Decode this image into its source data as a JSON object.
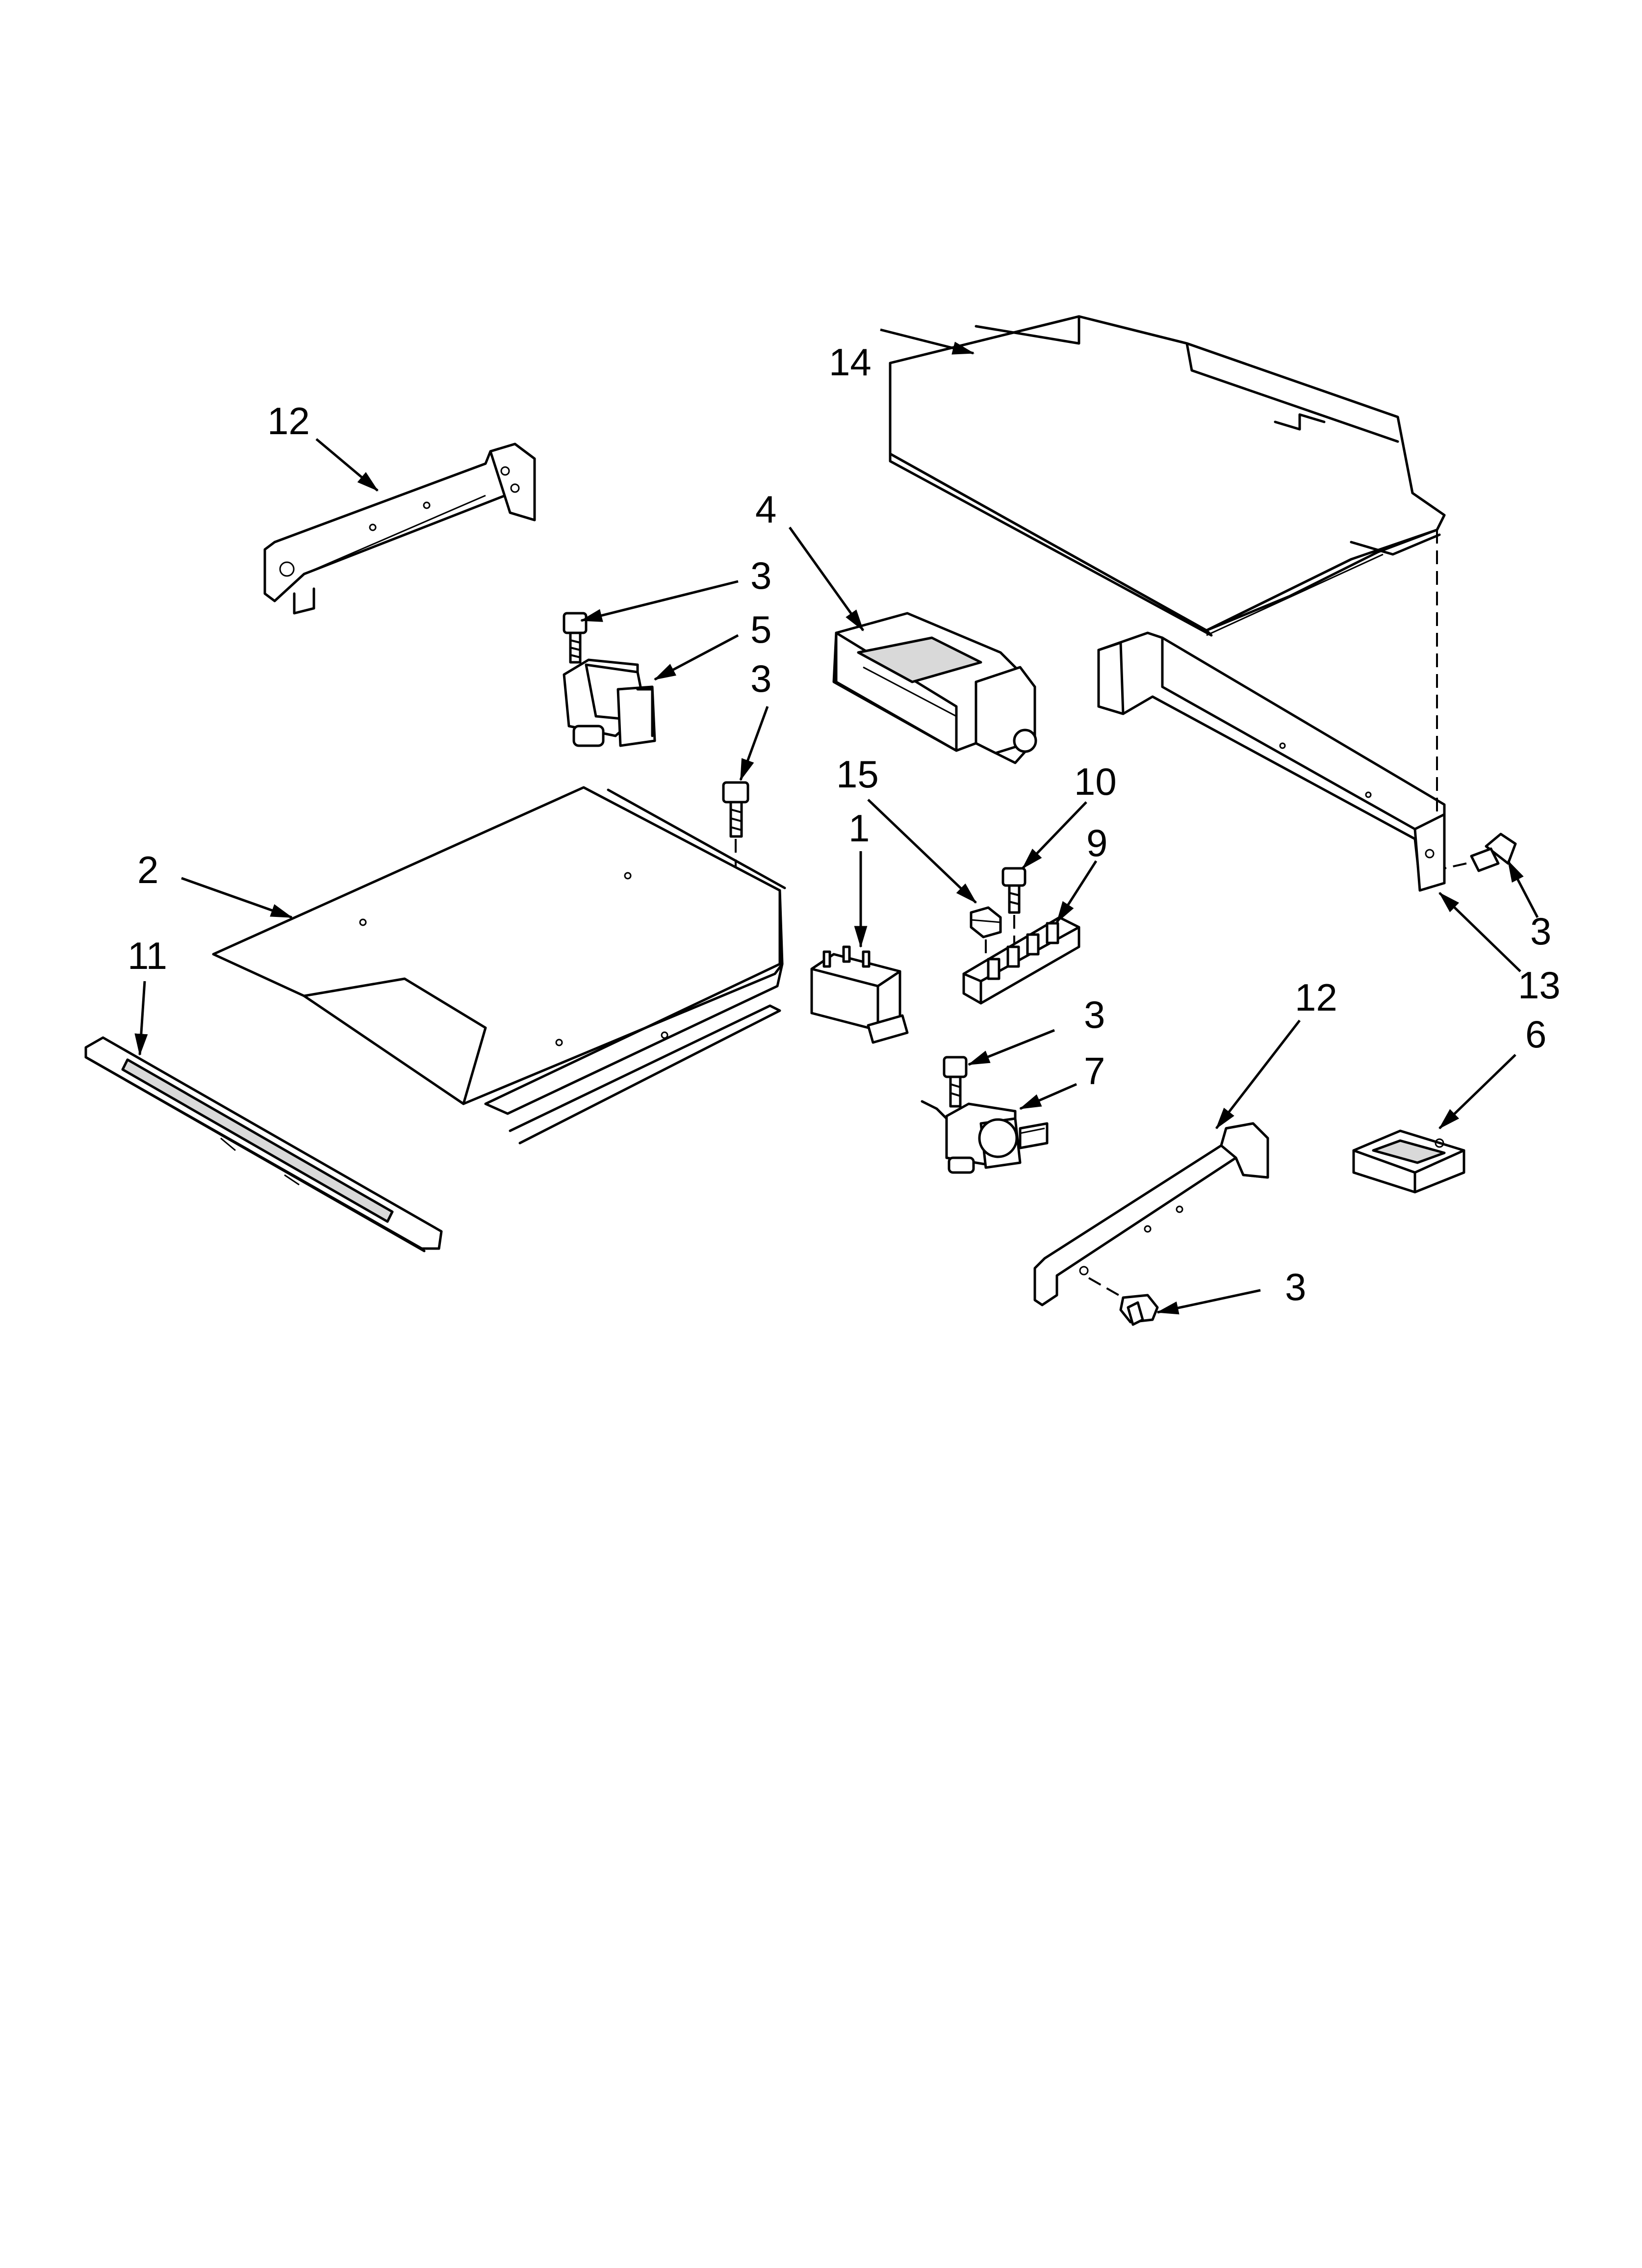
{
  "callouts": [
    {
      "id": "c14",
      "label": "14"
    },
    {
      "id": "c12a",
      "label": "12"
    },
    {
      "id": "c4",
      "label": "4"
    },
    {
      "id": "c3a",
      "label": "3"
    },
    {
      "id": "c5",
      "label": "5"
    },
    {
      "id": "c3b",
      "label": "3"
    },
    {
      "id": "c15",
      "label": "15"
    },
    {
      "id": "c10",
      "label": "10"
    },
    {
      "id": "c1",
      "label": "1"
    },
    {
      "id": "c9",
      "label": "9"
    },
    {
      "id": "c2",
      "label": "2"
    },
    {
      "id": "c11",
      "label": "11"
    },
    {
      "id": "c3c",
      "label": "3"
    },
    {
      "id": "c13",
      "label": "13"
    },
    {
      "id": "c12b",
      "label": "12"
    },
    {
      "id": "c6",
      "label": "6"
    },
    {
      "id": "c3d",
      "label": "3"
    },
    {
      "id": "c7",
      "label": "7"
    },
    {
      "id": "c3e",
      "label": "3"
    }
  ]
}
